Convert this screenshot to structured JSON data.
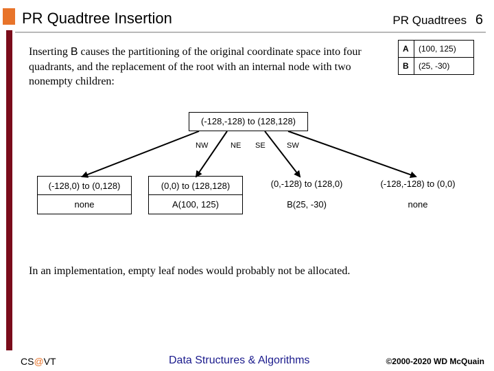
{
  "slide": {
    "title": "PR Quadtree Insertion",
    "section": "PR Quadtrees",
    "number": "6"
  },
  "intro": {
    "before": "Inserting ",
    "highlight": "B",
    "after": " causes the partitioning of the original coordinate space into four quadrants, and the replacement of the root with an internal node with two nonempty children:"
  },
  "legend": [
    {
      "key": "A",
      "coords": "(100, 125)"
    },
    {
      "key": "B",
      "coords": "(25, -30)"
    }
  ],
  "tree": {
    "root": "(-128,-128) to (128,128)",
    "directions": [
      "NW",
      "NE",
      "SE",
      "SW"
    ],
    "children": [
      {
        "region": "(-128,0) to (0,128)",
        "content": "none"
      },
      {
        "region": "(0,0) to (128,128)",
        "content": "A(100, 125)"
      },
      {
        "region": "(0,-128) to (128,0)",
        "content": "B(25, -30)"
      },
      {
        "region": "(-128,-128) to (0,0)",
        "content": "none"
      }
    ]
  },
  "note": "In an implementation, empty leaf nodes would probably not be allocated.",
  "footer": {
    "org_prefix": "CS",
    "org_at": "@",
    "org_suffix": "VT",
    "course": "Data Structures & Algorithms",
    "copyright": "©2000-2020 WD McQuain"
  },
  "colors": {
    "accent": "#e8742a",
    "sidebar": "#7a0c1b",
    "course_text": "#1a1a8c"
  }
}
